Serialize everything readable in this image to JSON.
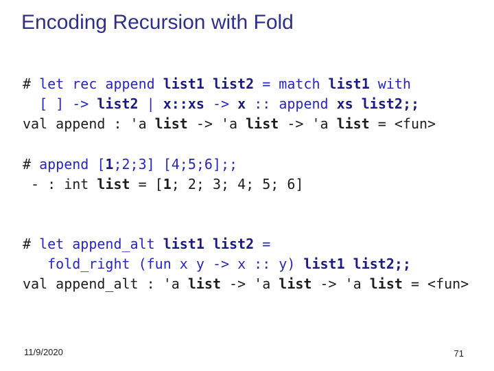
{
  "slide": {
    "title": "Encoding Recursion with Fold",
    "footer": {
      "date": "11/9/2020",
      "page_number": "71"
    },
    "colors": {
      "background": "#ffffff",
      "title": "#2e2e8b",
      "code_blue": "#2626bb",
      "code_navy_bold": "#191980",
      "code_black": "#1c1c1c"
    },
    "code_blocks": [
      {
        "lines": [
          {
            "segments": [
              {
                "t": "# ",
                "c": "black",
                "b": false
              },
              {
                "t": "let rec append ",
                "c": "blue",
                "b": false
              },
              {
                "t": "list1 list2",
                "c": "navy",
                "b": true
              },
              {
                "t": " = match ",
                "c": "blue",
                "b": false
              },
              {
                "t": "list1",
                "c": "navy",
                "b": true
              },
              {
                "t": " with",
                "c": "blue",
                "b": false
              }
            ]
          },
          {
            "segments": [
              {
                "t": "  [ ] -> ",
                "c": "blue",
                "b": false
              },
              {
                "t": "list2",
                "c": "navy",
                "b": true
              },
              {
                "t": " | ",
                "c": "blue",
                "b": false
              },
              {
                "t": "x::xs",
                "c": "navy",
                "b": true
              },
              {
                "t": " -> ",
                "c": "blue",
                "b": false
              },
              {
                "t": "x",
                "c": "navy",
                "b": true
              },
              {
                "t": " :: append ",
                "c": "blue",
                "b": false
              },
              {
                "t": "xs",
                "c": "navy",
                "b": true
              },
              {
                "t": " ",
                "c": "blue",
                "b": false
              },
              {
                "t": "list2;;",
                "c": "navy",
                "b": true
              }
            ]
          },
          {
            "segments": [
              {
                "t": "val append : 'a ",
                "c": "black",
                "b": false
              },
              {
                "t": "list",
                "c": "black",
                "b": true
              },
              {
                "t": " -> 'a ",
                "c": "black",
                "b": false
              },
              {
                "t": "list",
                "c": "black",
                "b": true
              },
              {
                "t": " -> 'a ",
                "c": "black",
                "b": false
              },
              {
                "t": "list",
                "c": "black",
                "b": true
              },
              {
                "t": " = <fun>",
                "c": "black",
                "b": false
              }
            ]
          }
        ]
      },
      {
        "lines": [
          {
            "segments": [
              {
                "t": "# ",
                "c": "black",
                "b": false
              },
              {
                "t": "append [",
                "c": "blue",
                "b": false
              },
              {
                "t": "1",
                "c": "navy",
                "b": true
              },
              {
                "t": ";2;3] [4;5;6];;",
                "c": "blue",
                "b": false
              }
            ]
          },
          {
            "segments": [
              {
                "t": " - : int ",
                "c": "black",
                "b": false
              },
              {
                "t": "list",
                "c": "black",
                "b": true
              },
              {
                "t": " = [",
                "c": "black",
                "b": false
              },
              {
                "t": "1",
                "c": "black",
                "b": true
              },
              {
                "t": "; 2; 3; 4; 5; 6]",
                "c": "black",
                "b": false
              }
            ]
          }
        ]
      },
      {
        "lines": [
          {
            "segments": [
              {
                "t": "# ",
                "c": "black",
                "b": false
              },
              {
                "t": "let append_alt ",
                "c": "blue",
                "b": false
              },
              {
                "t": "list1 list2",
                "c": "navy",
                "b": true
              },
              {
                "t": " =",
                "c": "blue",
                "b": false
              }
            ]
          },
          {
            "segments": [
              {
                "t": "   fold_right (fun x y -> x :: y) ",
                "c": "blue",
                "b": false
              },
              {
                "t": "list1 list2;;",
                "c": "navy",
                "b": true
              }
            ]
          },
          {
            "segments": [
              {
                "t": "val append_alt : 'a ",
                "c": "black",
                "b": false
              },
              {
                "t": "list",
                "c": "black",
                "b": true
              },
              {
                "t": " -> 'a ",
                "c": "black",
                "b": false
              },
              {
                "t": "list",
                "c": "black",
                "b": true
              },
              {
                "t": " -> 'a ",
                "c": "black",
                "b": false
              },
              {
                "t": "list",
                "c": "black",
                "b": true
              },
              {
                "t": " = <fun>",
                "c": "black",
                "b": false
              }
            ]
          }
        ]
      }
    ]
  }
}
